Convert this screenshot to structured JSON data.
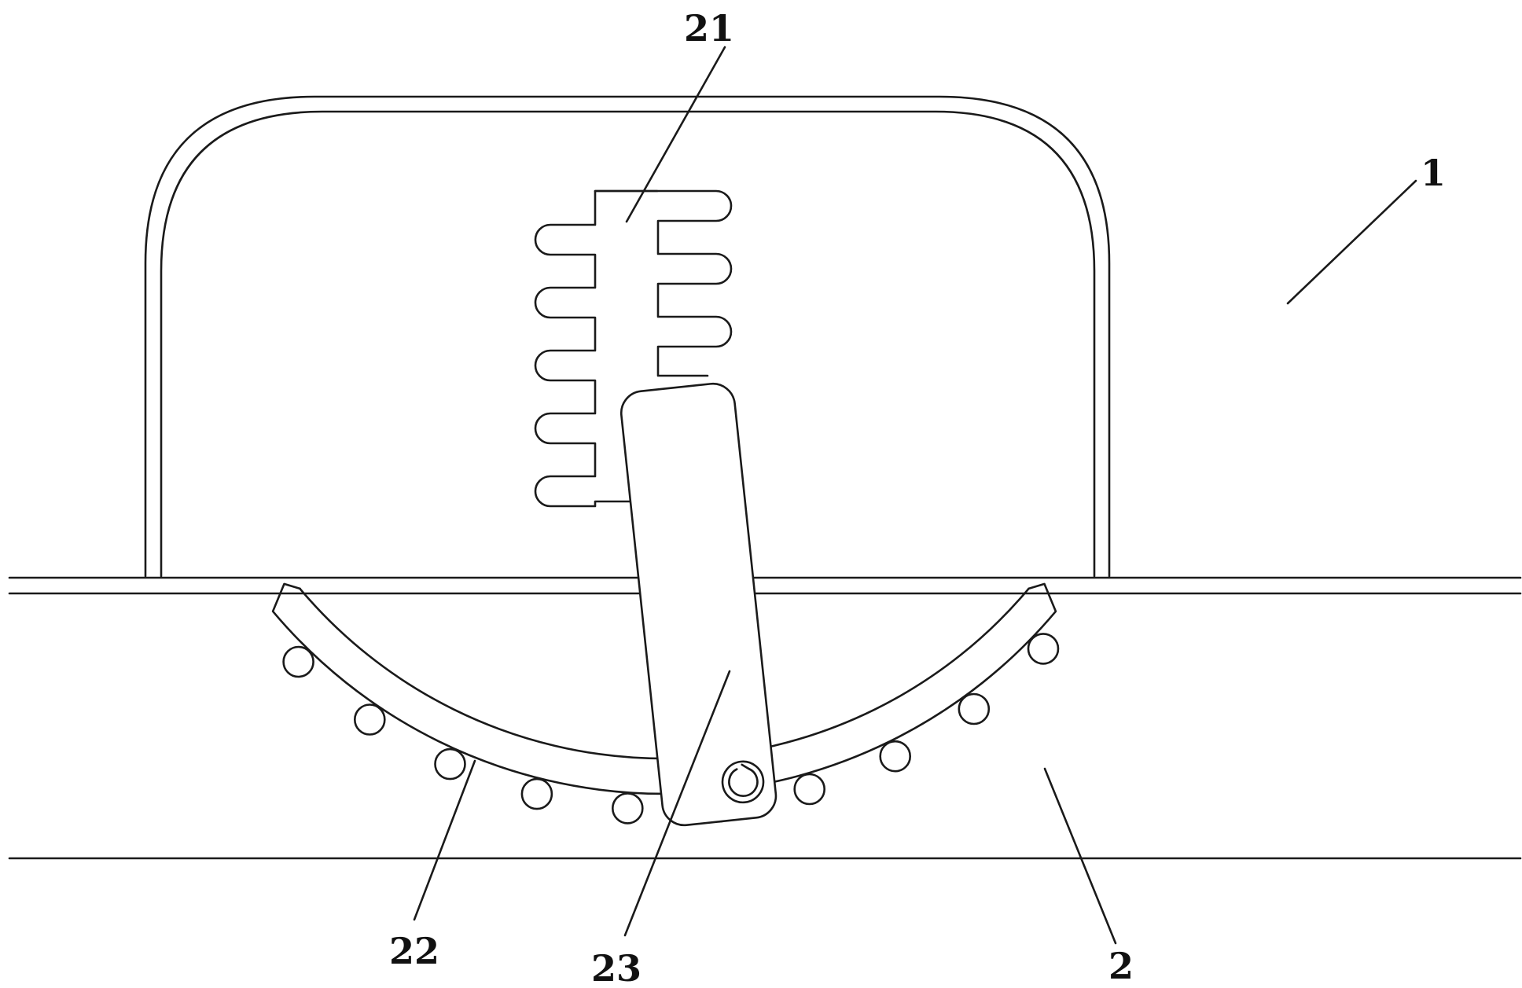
{
  "colors": {
    "line": "#1a1a1a",
    "background": "#ffffff"
  },
  "labels": {
    "housing": "1",
    "base": "2",
    "rack": "21",
    "gear_arc": "22",
    "lever": "23"
  }
}
